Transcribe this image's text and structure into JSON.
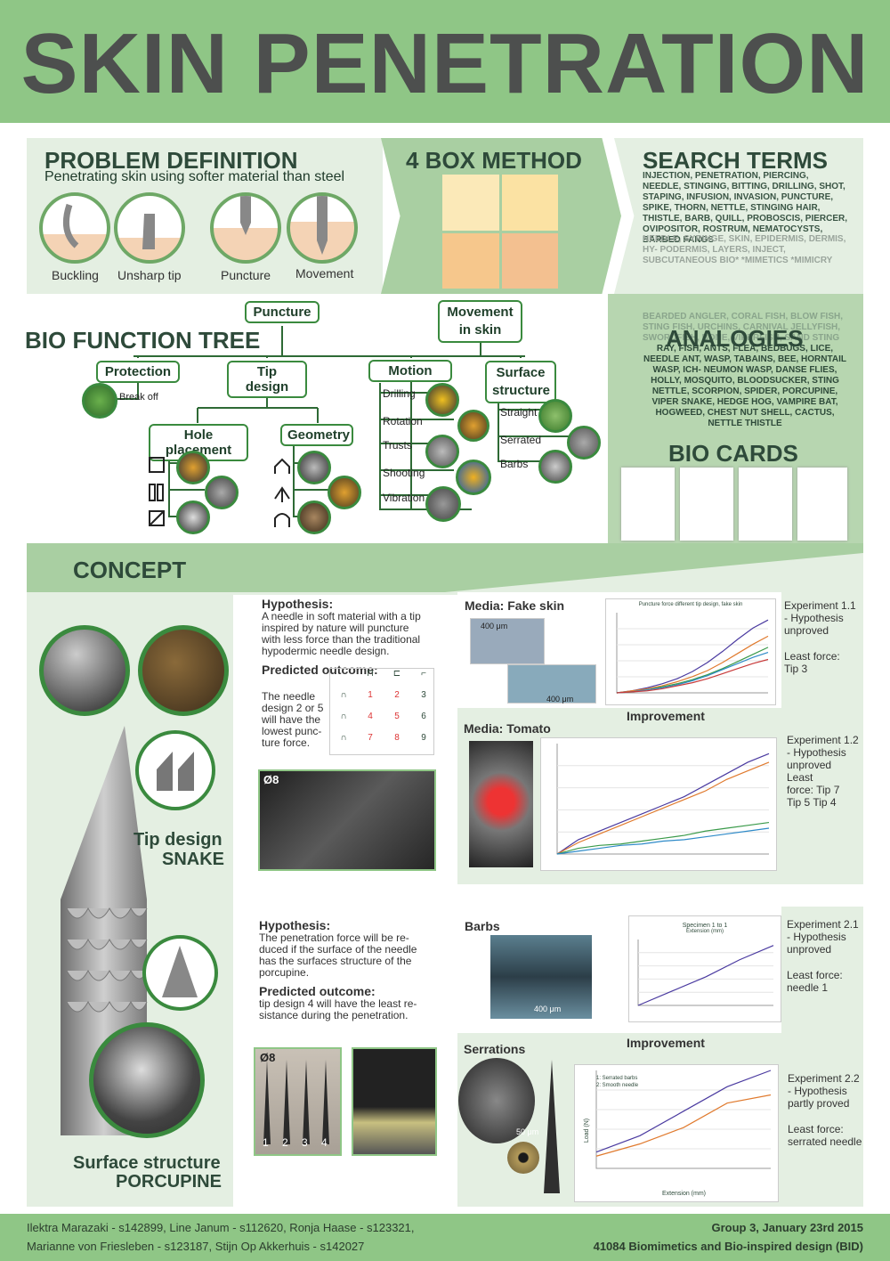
{
  "title": "SKIN PENETRATION",
  "problem": {
    "heading": "PROBLEM DEFINITION",
    "sub": "Penetrating skin using softer material than steel",
    "labels": [
      "Buckling",
      "Unsharp tip",
      "Puncture",
      "Movement"
    ]
  },
  "fourbox": {
    "heading": "4 BOX METHOD"
  },
  "search": {
    "heading": "SEARCH TERMS",
    "dark": "INJECTION, PENETRATION, PIERCING, NEEDLE, STINGING, BITTING, DRILLING, SHOT, STAPING, INFUSION, INVASION, PUNCTURE, SPIKE, THORN, NETTLE, STINGING HAIR, THISTLE, BARB, QUILL, PROBOSCIS, PIERCER, OVIPOSITOR, ROSTRUM, NEMATOCYSTS, BARBED FANGS",
    "light": "NEEDLE, SYRINGE, SKIN, EPIDERMIS, DERMIS, HY- PODERMIS, LAYERS, INJECT, SUBCUTANEOUS BIO* *MIMETICS *MIMICRY"
  },
  "tree": {
    "heading": "BIO FUNCTION TREE",
    "puncture": "Puncture",
    "movement": "Movement in skin",
    "protection": "Protection",
    "tipdesign": "Tip design",
    "motion": "Motion",
    "surface": "Surface structure",
    "breakoff": "Break off",
    "hole": "Hole placement",
    "geometry": "Geometry",
    "motion_items": [
      "Drilling",
      "Rotation",
      "Trusts",
      "Shooting",
      "Vibration"
    ],
    "surface_items": [
      "Straight",
      "Serrated",
      "Barbs"
    ]
  },
  "analogies": {
    "heading": "ANALOGIES",
    "light": "BEARDED ANGLER, CORAL FISH, BLOW FISH, STING FISH, URCHINS, CARNIVAL JELLYFISH, SWORDFISH, BONE, VIPERFISH, SAND STING",
    "dark": "RAY, FISH, ANTS, FLEA, BEDBUGS, LICE, NEEDLE ANT, WASP, TABAINS, BEE, HORNTAIL WASP, ICH- NEUMON WASP, DANSE FLIES, HOLLY, MOSQUITO, BLOODSUCKER, STING NETTLE, SCORPION, SPIDER, PORCUPINE, VIPER SNAKE, HEDGE HOG, VAMPIRE BAT, HOGWEED, CHEST NUT SHELL, CACTUS, NETTLE THISTLE"
  },
  "biocards": {
    "heading": "BIO CARDS"
  },
  "concept": {
    "heading": "CONCEPT",
    "tip_title": "Tip design",
    "tip_sub": "SNAKE",
    "surf_title": "Surface structure",
    "surf_sub": "PORCUPINE"
  },
  "hyp1": {
    "head": "Hypothesis:",
    "text": "A needle in soft material with a tip inspired by nature will puncture with less force than the traditional hypodermic needle design.",
    "pred_head": "Predicted outcome:",
    "pred": "The needle design 2 or 5 will have the lowest punc- ture force.",
    "grid": [
      "1",
      "2",
      "3",
      "4",
      "5",
      "6",
      "7",
      "8",
      "9"
    ],
    "dia": "Ø8"
  },
  "hyp2": {
    "head": "Hypothesis:",
    "text": "The penetration force will be re- duced if the surface of the needle has the surfaces structure of the porcupine.",
    "pred_head": "Predicted outcome:",
    "pred": "tip design 4 will have the least re- sistance during the penetration.",
    "dia": "Ø8",
    "nums": [
      "1",
      "2",
      "3",
      "4"
    ]
  },
  "media": {
    "fake": "Media: Fake skin",
    "tomato": "Media: Tomato",
    "improvement": "Improvement",
    "barbs": "Barbs",
    "serrations": "Serrations",
    "scale400": "400 μm",
    "scale50": "50 μm"
  },
  "charts": {
    "c1_title": "Puncture force different tip design, fake skin",
    "c3_title": "Specimen 1 to 1",
    "c3_x": "Extension (mm)",
    "c4_leg1": "1: Serrated barbs",
    "c4_leg2": "2: Smooth needle",
    "c4_x": "Extension (mm)",
    "c4_y": "Load (N)"
  },
  "exp": {
    "e11": "Experiment 1.1 - Hypothesis unproved",
    "e11b": "Least force: Tip 3",
    "e12": "Experiment 1.2 - Hypothesis unproved",
    "e12b": "Least force: Tip 7 Tip 5 Tip 4",
    "e21": "Experiment 2.1 - Hypothesis unproved",
    "e21b": "Least force: needle 1",
    "e22": "Experiment 2.2 - Hypothesis partly proved",
    "e22b": "Least force: serrated needle"
  },
  "footer": {
    "l1": "Ilektra Marazaki - s142899, Line Janum - s112620, Ronja Haase - s123321,",
    "l2": "Marianne von Friesleben - s123187, Stijn Op Akkerhuis - s142027",
    "r1": "Group 3, January 23rd 2015",
    "r2": "41084 Biomimetics and Bio-inspired design (BID)"
  },
  "colors": {
    "header": "#8fc686",
    "light": "#e4efe2",
    "mid": "#a9cfa2",
    "text": "#2e4a3a"
  },
  "chart_data": [
    {
      "type": "line",
      "title": "Puncture force different tip design, fake skin",
      "x": [
        0,
        1,
        2,
        3,
        4,
        5,
        6,
        7,
        8,
        9,
        10
      ],
      "series": [
        {
          "values": [
            0,
            2,
            5,
            9,
            14,
            21,
            30,
            41,
            53,
            64,
            72
          ]
        },
        {
          "values": [
            0,
            2,
            4,
            7,
            11,
            16,
            22,
            30,
            39,
            48,
            56
          ]
        },
        {
          "values": [
            0,
            1,
            3,
            6,
            9,
            13,
            18,
            24,
            31,
            38,
            45
          ]
        },
        {
          "values": [
            0,
            1,
            3,
            5,
            8,
            12,
            17,
            23,
            29,
            35,
            40
          ]
        },
        {
          "values": [
            0,
            1,
            2,
            4,
            7,
            10,
            14,
            19,
            24,
            29,
            33
          ]
        }
      ]
    },
    {
      "type": "line",
      "x": [
        0,
        1,
        2,
        3,
        4,
        5,
        6,
        7,
        8,
        9,
        10
      ],
      "series": [
        {
          "values": [
            0,
            0.5,
            0.8,
            1.1,
            1.4,
            1.7,
            2.0,
            2.4,
            2.8,
            3.2,
            3.5
          ]
        },
        {
          "values": [
            0,
            0.4,
            0.7,
            1.0,
            1.3,
            1.6,
            1.9,
            2.2,
            2.6,
            2.9,
            3.2
          ]
        },
        {
          "values": [
            0,
            0.2,
            0.3,
            0.35,
            0.45,
            0.55,
            0.65,
            0.8,
            0.9,
            1.0,
            1.1
          ]
        },
        {
          "values": [
            0,
            0.1,
            0.2,
            0.3,
            0.35,
            0.45,
            0.5,
            0.6,
            0.7,
            0.8,
            0.9
          ]
        }
      ]
    },
    {
      "type": "line",
      "title": "Specimen 1 to 1",
      "xlabel": "Extension (mm)",
      "x": [
        0,
        10,
        20,
        30,
        40
      ],
      "series": [
        {
          "values": [
            0,
            0.5,
            1,
            1.6,
            2.1
          ]
        }
      ]
    },
    {
      "type": "line",
      "xlabel": "Extension (mm)",
      "ylabel": "Load (N)",
      "x": [
        0,
        10,
        20,
        30,
        40
      ],
      "ylim": [
        0,
        12
      ],
      "series": [
        {
          "name": "1: Serrated barbs",
          "values": [
            2,
            4,
            7,
            10,
            12
          ]
        },
        {
          "name": "2: Smooth needle",
          "values": [
            1.5,
            3,
            5,
            8,
            9
          ]
        }
      ]
    }
  ]
}
